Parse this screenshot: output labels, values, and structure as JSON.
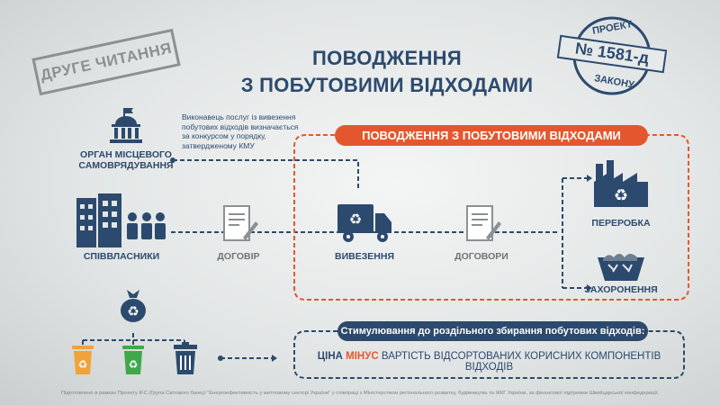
{
  "stamp_left": "ДРУГЕ ЧИТАННЯ",
  "title": {
    "line1": "ПОВОДЖЕННЯ",
    "line2": "З ПОБУТОВИМИ ВІДХОДАМИ"
  },
  "stamp_right": {
    "top": "ПРОЕКТ",
    "number": "№ 1581-д",
    "bottom": "ЗАКОНУ"
  },
  "authority": {
    "label_line1": "ОРГАН МІСЦЕВОГО",
    "label_line2": "САМОВРЯДУВАННЯ",
    "note_lines": [
      "Виконавець послуг із вивезення",
      "побутових відходів визначається",
      "за конкурсом у порядку,",
      "затвердженому КМУ"
    ]
  },
  "flow": {
    "owners": "СПІВВЛАСНИКИ",
    "contract": "ДОГОВІР",
    "removal": "ВИВЕЗЕННЯ",
    "contracts": "ДОГОВОРИ",
    "recycling": "ПЕРЕРОБКА",
    "landfill": "ЗАХОРОНЕННЯ"
  },
  "waste_box_title": "ПОВОДЖЕННЯ З ПОБУТОВИМИ ВІДХОДАМИ",
  "incentive": {
    "title": "Стимулювання до роздільного збирання побутових відходів:",
    "price": "ЦІНА",
    "minus": "МІНУС",
    "rest": "ВАРТІСТЬ ВІДСОРТОВАНИХ КОРИСНИХ КОМПОНЕНТІВ ВІДХОДІВ"
  },
  "footer": "Підготовлено в рамках Проекту IFC (Група Світового банку) \"Енергоефективність у житловому секторі України\" у співпраці з Міністерством регіонального розвитку, будівництва та ЖКГ України, за фінансової підтримки Швейцарської конфедерації.",
  "colors": {
    "navy": "#2c4a6e",
    "orange": "#e4572e",
    "bin_orange": "#f2a23a",
    "bin_green": "#3ea84a"
  }
}
